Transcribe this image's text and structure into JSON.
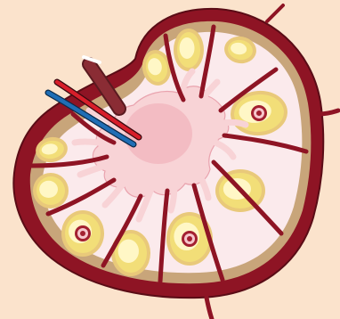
{
  "diagram": {
    "kind": "lymph-node-cross-section",
    "labels": [],
    "colors": {
      "background": "#FBE3CC",
      "capsule": "#8E1424",
      "outline": "#5A0C16",
      "cortex_tan": "#C8A57A",
      "medulla_pink": "#F8D3D6",
      "medulla_center": "#F2B4BC",
      "sinus_pink": "#FBEAEC",
      "follicle_outer": "#F2DE78",
      "follicle_inner": "#FFF7C6",
      "germinal_center_ring": "#A32030",
      "germinal_center_core": "#F6C6CC",
      "artery": "#D71E2A",
      "vein": "#1F6EB5",
      "lymph_vessel": "#8A2C34"
    },
    "structures": [
      "capsule",
      "trabeculae",
      "cortical-sinuses",
      "lymphoid-follicles",
      "germinal-centers",
      "medulla",
      "hilum-artery",
      "hilum-vein",
      "efferent-lymphatic-vessel",
      "afferent-lymphatic-vessels"
    ]
  }
}
